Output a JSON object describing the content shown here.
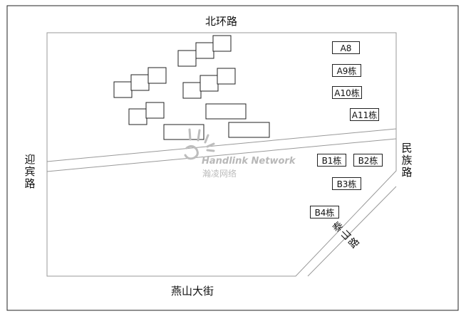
{
  "roads": {
    "north": "北环路",
    "south": "燕山大街",
    "west": "迎宾路",
    "east": "民族路",
    "diagonal": "泰山路"
  },
  "buildings": {
    "A8": "A8",
    "A9": "A9栋",
    "A10": "A10栋",
    "A11": "A11栋",
    "B1": "B1栋",
    "B2": "B2栋",
    "B3": "B3栋",
    "B4": "B4栋"
  },
  "watermark": {
    "brand": "Handlink Network",
    "brand_cn": "瀚凌网络"
  },
  "colors": {
    "line": "#222222",
    "road_line": "#888888",
    "watermark": "#b8b8b8"
  }
}
